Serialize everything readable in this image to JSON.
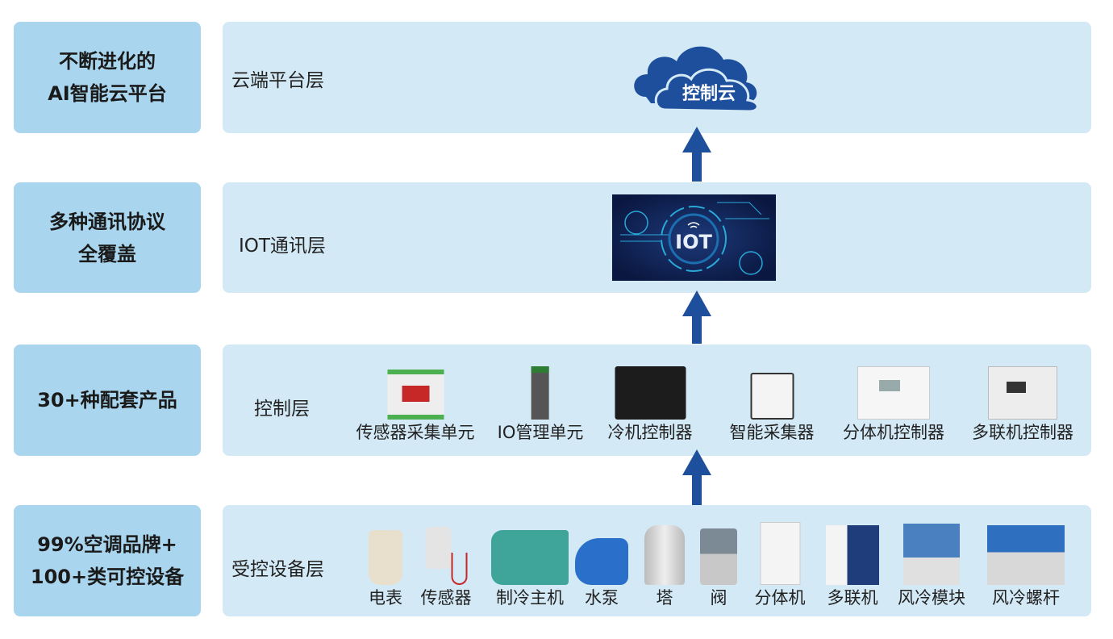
{
  "rows": [
    {
      "feature": [
        "不断进化的",
        "AI智能云平台"
      ],
      "layer": "云端平台层"
    },
    {
      "feature": [
        "多种通讯协议",
        "全覆盖"
      ],
      "layer": "IOT通讯层"
    },
    {
      "feature": [
        "30+种配套产品"
      ],
      "layer": "控制层"
    },
    {
      "feature": [
        "99%空调品牌+",
        "100+类可控设备"
      ],
      "layer": "受控设备层"
    }
  ],
  "cloud": {
    "label": "控制云",
    "color": "#1e4f9c"
  },
  "iot": {
    "label": "IOT"
  },
  "arrow_color": "#1e4f9c",
  "products": [
    "传感器采集单元",
    "IO管理单元",
    "冷机控制器",
    "智能采集器",
    "分体机控制器",
    "多联机控制器"
  ],
  "devices": [
    "电表",
    "传感器",
    "制冷主机",
    "水泵",
    "塔",
    "阀",
    "分体机",
    "多联机",
    "风冷模块",
    "风冷螺杆"
  ]
}
